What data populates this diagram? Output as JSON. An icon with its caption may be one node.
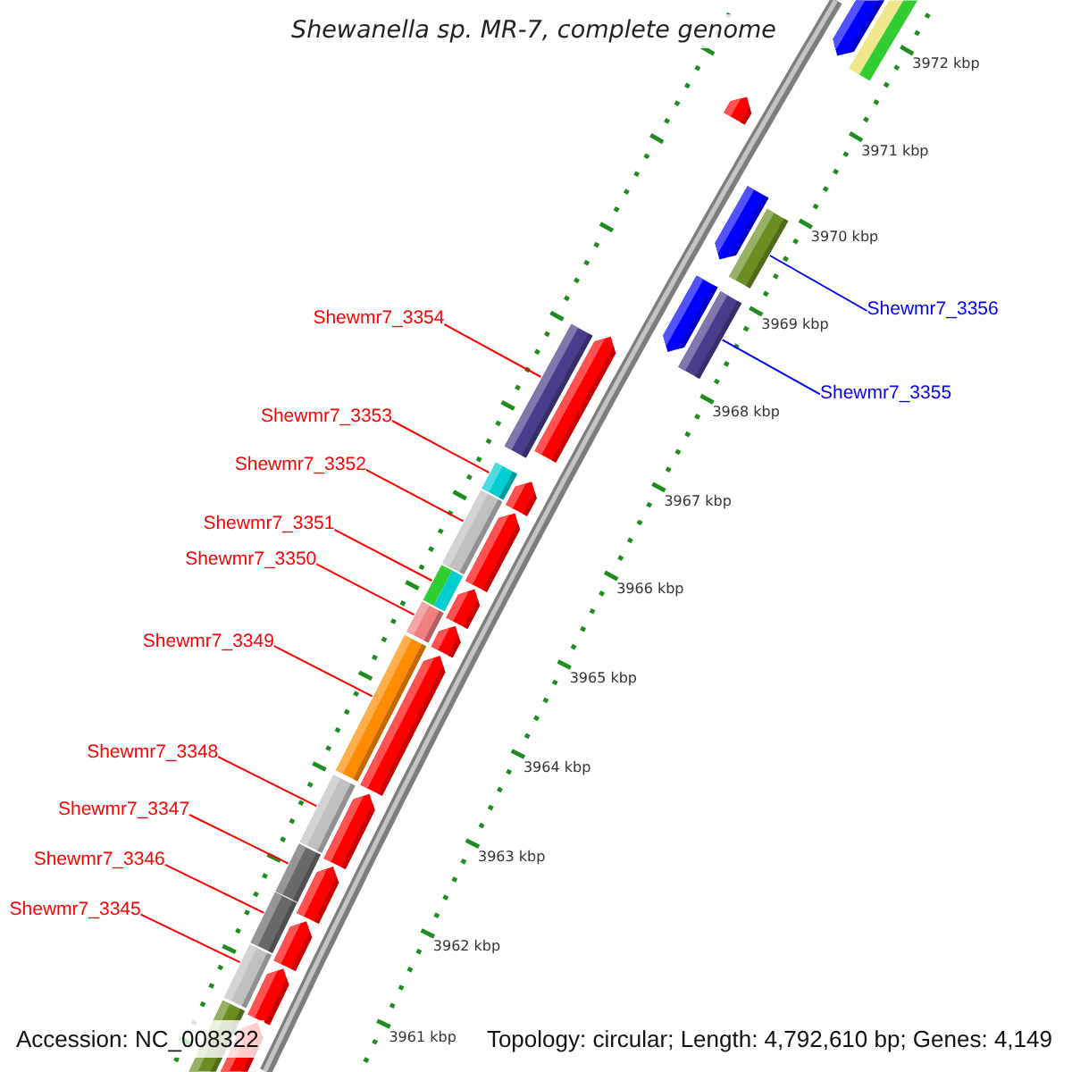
{
  "diagram": {
    "title": "Shewanella sp. MR-7, complete genome",
    "nodes": [
      {
        "text": [
          "Shewmr7_3354"
        ]
      },
      {
        "text": [
          "Shewmr7_3356"
        ]
      },
      {
        "text": [
          "Shewmr7_3355"
        ]
      },
      {
        "text": [
          "Shewmr7_3353"
        ]
      },
      {
        "text": [
          "Shewmr7_3352"
        ]
      },
      {
        "text": [
          "Shewmr7_3351"
        ]
      },
      {
        "text": [
          "Shewmr7_3350"
        ]
      },
      {
        "text": [
          "Shewmr7_3349"
        ]
      },
      {
        "text": [
          "Shewmr7_3348"
        ]
      },
      {
        "text": [
          "Shewmr7_3347"
        ]
      },
      {
        "text": [
          "Shewmr7_3346"
        ]
      },
      {
        "text": [
          "Shewmr7_3345"
        ]
      },
      {
        "text": [],
        "shape": "pentagon"
      },
      {
        "text": [],
        "shape": "bar"
      },
      {
        "text": [],
        "shape": "pentagon"
      },
      {
        "text": [],
        "shape": "pentagon"
      },
      {
        "text": [],
        "shape": "bar"
      },
      {
        "text": [],
        "shape": "pentagon"
      },
      {
        "text": [],
        "shape": "bar"
      },
      {
        "text": [],
        "shape": "bar"
      },
      {
        "text": [],
        "shape": "pentagon"
      },
      {
        "text": [],
        "shape": "bar"
      },
      {
        "text": [],
        "shape": "pentagon"
      },
      {
        "text": [],
        "shape": "bar"
      },
      {
        "text": [],
        "shape": "pentagon"
      },
      {
        "text": [],
        "shape": "bar"
      },
      {
        "text": [],
        "shape": "pentagon"
      },
      {
        "text": [],
        "shape": "bar"
      },
      {
        "text": [],
        "shape": "pentagon"
      },
      {
        "text": [],
        "shape": "bar"
      },
      {
        "text": [],
        "shape": "pentagon"
      },
      {
        "text": [],
        "shape": "bar"
      },
      {
        "text": [],
        "shape": "pentagon"
      },
      {
        "text": [],
        "shape": "bar"
      },
      {
        "text": [],
        "shape": "pentagon"
      },
      {
        "text": [],
        "shape": "bar"
      },
      {
        "text": [],
        "shape": "pentagon"
      },
      {
        "text": [],
        "shape": "bar"
      },
      {
        "text": [],
        "shape": "pentagon"
      },
      {
        "text": [],
        "shape": "bar"
      },
      {
        "text": [],
        "shape": "pentagon"
      }
    ],
    "edges": [
      {
        "from": 0,
        "to": 19,
        "arrow": "none"
      },
      {
        "from": 1,
        "to": 16,
        "arrow": "none",
        "color": "#0000ff"
      },
      {
        "from": 2,
        "to": 18,
        "arrow": "none",
        "color": "#0000ff"
      },
      {
        "from": 3,
        "to": 21,
        "arrow": "none"
      },
      {
        "from": 4,
        "to": 23,
        "arrow": "none"
      },
      {
        "from": 5,
        "to": 25,
        "arrow": "none"
      },
      {
        "from": 6,
        "to": 27,
        "arrow": "none"
      },
      {
        "from": 7,
        "to": 29,
        "arrow": "none"
      },
      {
        "from": 8,
        "to": 31,
        "arrow": "none"
      },
      {
        "from": 9,
        "to": 33,
        "arrow": "none"
      },
      {
        "from": 10,
        "to": 35,
        "arrow": "none"
      },
      {
        "from": 11,
        "to": 37,
        "arrow": "none"
      }
    ],
    "labels": [
      "3972 kbp",
      "3971 kbp",
      "3970 kbp",
      "3969 kbp",
      "3968 kbp",
      "3967 kbp",
      "3966 kbp",
      "3965 kbp",
      "3964 kbp",
      "3963 kbp",
      "3962 kbp",
      "3961 kbp",
      "Accession: NC_008322",
      "Topology: circular; Length: 4,792,610 bp; Genes: 4,149"
    ]
  }
}
